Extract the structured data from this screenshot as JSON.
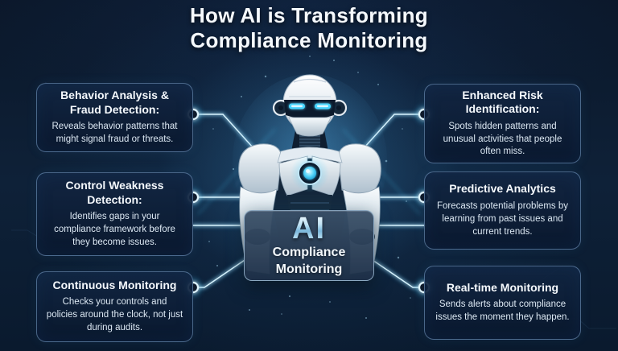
{
  "title": {
    "line1": "How AI is Transforming",
    "line2": "Compliance Monitoring"
  },
  "center_badge": {
    "ai": "AI",
    "label_line1": "Compliance",
    "label_line2": "Monitoring"
  },
  "panels": {
    "left": [
      {
        "heading": "Behavior Analysis & Fraud Detection:",
        "body": "Reveals behavior patterns that might signal fraud or threats."
      },
      {
        "heading": "Control Weakness Detection:",
        "body": "Identifies gaps in your compliance framework before they become issues."
      },
      {
        "heading": "Continuous Monitoring",
        "body": "Checks your controls and policies around the clock, not just during audits."
      }
    ],
    "right": [
      {
        "heading": "Enhanced Risk Identification:",
        "body": "Spots hidden patterns and unusual activities that people often miss."
      },
      {
        "heading": "Predictive Analytics",
        "body": "Forecasts potential problems by learning from past issues and current trends."
      },
      {
        "heading": "Real-time Monitoring",
        "body": "Sends alerts about compliance issues the moment they happen."
      }
    ]
  },
  "colors": {
    "background_top": "#0b1729",
    "background_mid": "#0e2138",
    "background_bottom": "#0a1a2e",
    "accent_line": "#5ec8f0",
    "node_ring": "#e2f6ff",
    "panel_border": "#7da6cf",
    "heading_text": "#f5f9fd",
    "body_text": "#dce8f3",
    "core_glow": "#3fd0f8"
  }
}
